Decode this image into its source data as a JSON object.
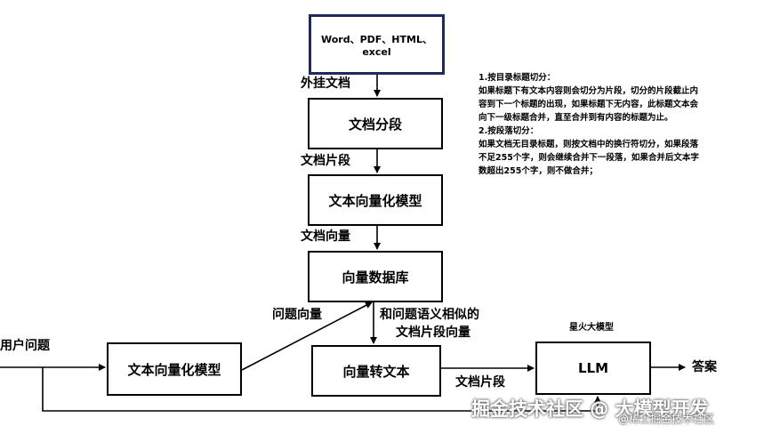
{
  "nodes": {
    "source": "Word、PDF、HTML、excel",
    "segment": "文档分段",
    "vectorize_doc": "文本向量化模型",
    "vector_db": "向量数据库",
    "vectorize_query": "文本向量化模型",
    "vec_to_text": "向量转文本",
    "llm": "LLM"
  },
  "edges": {
    "external_doc": "外挂文档",
    "doc_fragment": "文档片段",
    "doc_vector": "文档向量",
    "question_vector": "问题向量",
    "similar_line1": "和问题语义相似的",
    "similar_line2": "文档片段向量",
    "doc_fragment2": "文档片段",
    "user_question": "用户问题",
    "answer": "答案",
    "spark_model": "星火大模型"
  },
  "notes": {
    "lines": [
      "1.按目录标题切分：",
      "如果标题下有文本内容则会切分为片段，切分的片段截止内",
      "容到下一个标题的出现，如果标题下无内容，此标题文本会",
      "向下一级标题合并，直至合并到有内容的标题为止。",
      "2.按段落切分：",
      "如果文档无目录标题，则按文档中的换行符切分，如果段落",
      "不足255个字，则会继续合并下一段落，如果合并后文本字",
      "数超出255个字，则不做合并；"
    ]
  },
  "watermark": {
    "main": "掘金技术社区 @ 大模型开发",
    "sub": "@稀土掘金技术社区"
  }
}
